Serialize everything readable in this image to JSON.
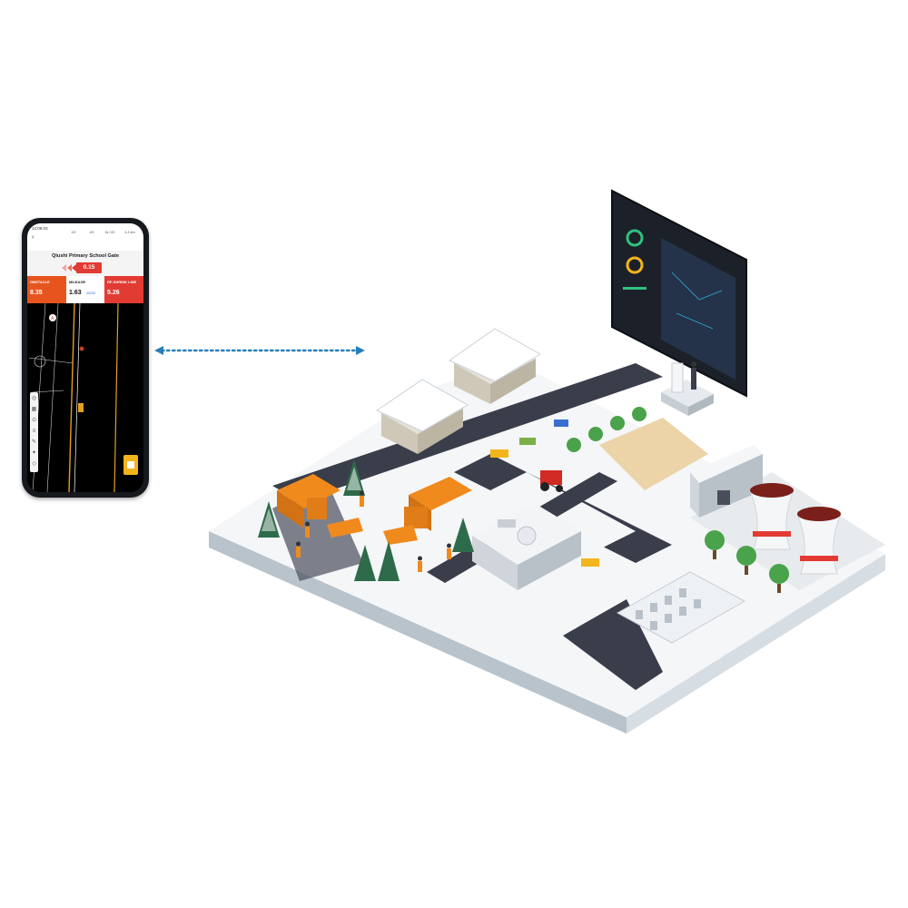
{
  "phone": {
    "status_time": "14:06:03",
    "back_label": "‹",
    "status_metrics": [
      "4G",
      "4G",
      "6L+20",
      "4.4 km"
    ],
    "title": "Qiushi Primary School Gate",
    "warning_value": "0.15",
    "tiles": [
      {
        "label": "OBSTACLE",
        "value": "8.35",
        "color": "#e8541e"
      },
      {
        "label": "MILEAGE",
        "value": "1.63",
        "color": "#ffffff",
        "sub": "30230"
      },
      {
        "label": "RF-SHRINK LINE",
        "value": "5.26",
        "color": "#e23b33"
      }
    ],
    "controls": [
      "compass-icon",
      "grid-icon",
      "layers-icon",
      "target-icon",
      "edit-icon",
      "settings-icon",
      "location-icon"
    ]
  },
  "connection": {
    "type": "bidirectional-dotted-arrow",
    "color": "#2a7fb8"
  },
  "monitor": {
    "screen_color": "#1c2129",
    "accent": "#2ec27e"
  },
  "scene": {
    "theme": "winter-snow-clearing",
    "snow_color": "#ffffff",
    "road_color": "#3a3d4a",
    "truck_color": "#f08a1d"
  }
}
